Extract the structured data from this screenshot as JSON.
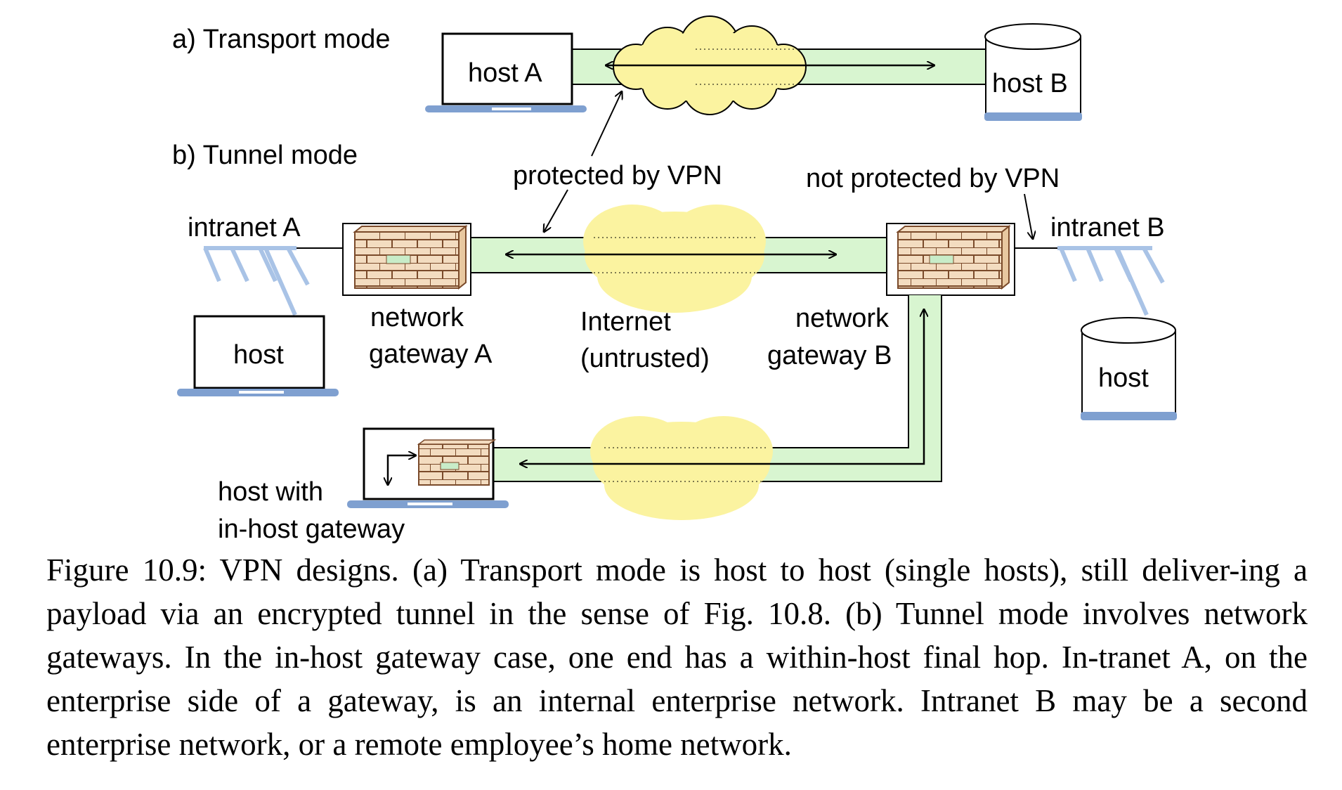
{
  "labels": {
    "transport_mode": "a) Transport mode",
    "tunnel_mode": "b) Tunnel mode",
    "host_a": "host A",
    "host_b": "host B",
    "protected": "protected by VPN",
    "not_protected": "not protected by VPN",
    "intranet_a": "intranet A",
    "intranet_b": "intranet B",
    "host_left": "host",
    "host_right": "host",
    "gateway_a_line1": "network",
    "gateway_a_line2": "gateway A",
    "internet_line1": "Internet",
    "internet_line2": "(untrusted)",
    "gateway_b_line1": "network",
    "gateway_b_line2": "gateway B",
    "inhost_line1": "host with",
    "inhost_line2": "in-host gateway"
  },
  "caption": "Figure 10.9:  VPN designs. (a) Transport mode is host to host (single hosts), still deliver-ing a payload via an encrypted tunnel in the sense of Fig. 10.8. (b) Tunnel mode involves network gateways. In the in-host gateway case, one end has a within-host final hop. In-tranet A, on the enterprise side of a gateway, is an internal enterprise network. Intranet B may be a second enterprise network, or a remote employee’s home network.",
  "colors": {
    "tunnel": "#d8f5d0",
    "cloud": "#fbf3a0",
    "device_base": "#7fa0d0",
    "network_line": "#a9c3e6",
    "brick": "#f3dcc0",
    "brick_window": "#c8ecc8"
  },
  "icons": [
    "laptop-icon",
    "database-icon",
    "firewall-icon",
    "cloud-icon",
    "network-tree-icon"
  ]
}
